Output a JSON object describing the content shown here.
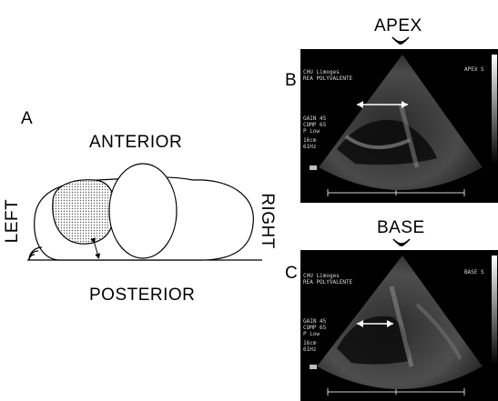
{
  "panel_a": {
    "letter": "A",
    "top_label": "ANTERIOR",
    "bottom_label": "POSTERIOR",
    "left_label": "LEFT",
    "right_label": "RIGHT"
  },
  "panel_b": {
    "letter": "B",
    "title": "APEX",
    "overlay_left": [
      "CHU Limoges",
      "REA POLYVALENTE"
    ],
    "overlay_params": [
      "GAIN 45",
      "COMP 65",
      "P Low",
      "16cm",
      "61Hz"
    ],
    "overlay_top_right": "APEX S"
  },
  "panel_c": {
    "letter": "C",
    "title": "BASE",
    "overlay_left": [
      "CHU Limoges",
      "REA POLYVALENTE"
    ],
    "overlay_params": [
      "GAIN 45",
      "COMP 65",
      "P Low",
      "16cm",
      "61Hz"
    ],
    "overlay_top_right": "BASE S"
  },
  "colors": {
    "ultrasound_bg": "#000000",
    "arrow": "#ffffff",
    "ink": "#000000"
  },
  "icons": [
    "probe-waves-icon",
    "double-arrow-icon"
  ]
}
